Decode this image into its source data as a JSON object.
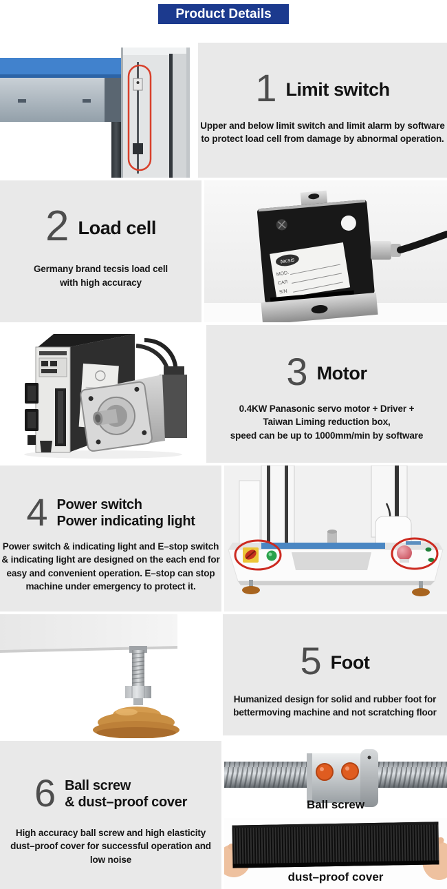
{
  "header": {
    "title": "Product Details"
  },
  "sections": [
    {
      "number": "1",
      "title_lines": [
        "Limit switch"
      ],
      "desc_lines": [
        "Upper and below limit switch and limit alarm by software",
        "to protect load cell from damage by abnormal operation."
      ]
    },
    {
      "number": "2",
      "title_lines": [
        "Load cell"
      ],
      "desc_lines": [
        "Germany brand tecsis load cell",
        "with high accuracy"
      ]
    },
    {
      "number": "3",
      "title_lines": [
        "Motor"
      ],
      "desc_lines": [
        "0.4KW Panasonic servo motor + Driver +",
        "Taiwan Liming reduction box,",
        "speed can be up to 1000mm/min by software"
      ]
    },
    {
      "number": "4",
      "title_lines": [
        "Power switch",
        "Power indicating light"
      ],
      "desc_lines": [
        "Power switch & indicating light and E–stop switch",
        "& indicating light are designed on the each end for",
        "easy and convenient operation. E–stop can stop",
        "machine under emergency to protect it."
      ]
    },
    {
      "number": "5",
      "title_lines": [
        "Foot"
      ],
      "desc_lines": [
        "Humanized design for solid and rubber foot for",
        "bettermoving machine and not scratching  floor"
      ]
    },
    {
      "number": "6",
      "title_lines": [
        "Ball screw",
        "& dust–proof cover"
      ],
      "desc_lines": [
        "High accuracy ball screw and high elasticity",
        "dust–proof cover for successful operation and",
        "low noise"
      ]
    }
  ],
  "captions": {
    "ball_screw": "Ball screw",
    "dust_cover": "dust–proof cover"
  },
  "load_cell_label": {
    "brand": "tecsis",
    "fields": [
      "MOD.",
      "CAP.",
      "S/N"
    ]
  },
  "colors": {
    "banner_blue": "#1c3a8e",
    "panel_gray": "#e9e9e9",
    "number_gray": "#4d4d4d",
    "highlight_red": "#cc2a20",
    "machine_blue": "#4182cd",
    "ball_orange": "#df5c20",
    "foot_tan": "#c98f43"
  }
}
